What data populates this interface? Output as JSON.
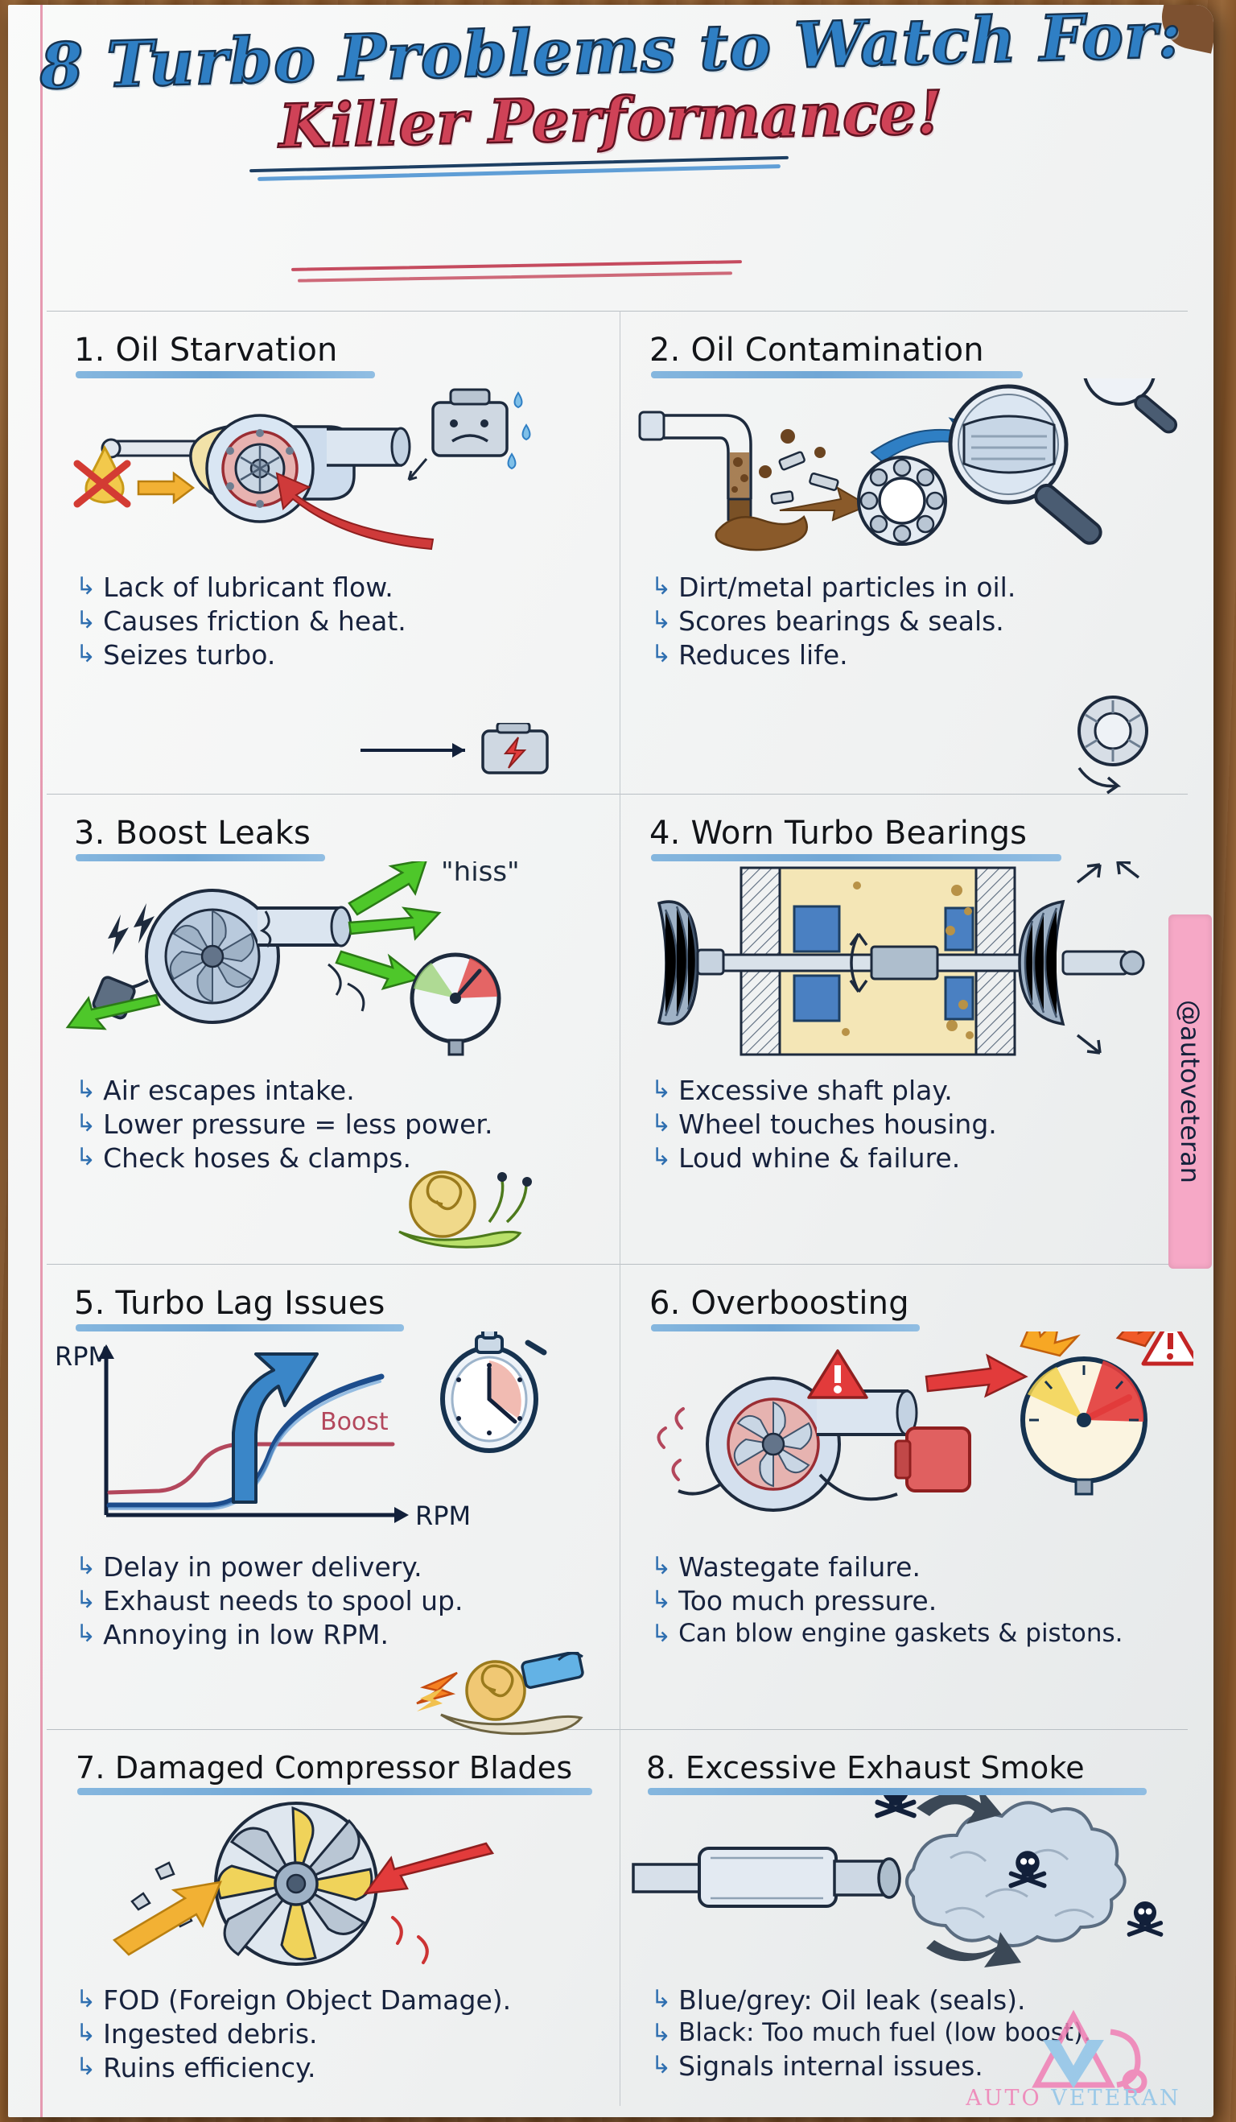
{
  "title": {
    "line1": "8 Turbo Problems to Watch For:",
    "line2": "Killer Performance!",
    "color_blue": "#2f7fc4",
    "color_red": "#cf4257"
  },
  "side_tab": {
    "handle": "@autoveteran",
    "color": "#f6a8c6"
  },
  "watermark": {
    "line1": "AUTO",
    "line2": "VETERAN"
  },
  "sections": [
    {
      "number": "1.",
      "heading": "1. Oil Starvation",
      "icons": [
        "no-oil-icon",
        "turbo-cutaway-icon",
        "sweating-engine-icon",
        "red-arrow-icon",
        "broken-engine-icon"
      ],
      "bullets": [
        "Lack of lubricant flow.",
        "Causes friction & heat.",
        "Seizes turbo."
      ]
    },
    {
      "number": "2.",
      "heading": "2. Oil Contamination",
      "icons": [
        "dirty-pipe-icon",
        "sludge-icon",
        "magnifier-icon",
        "bearing-ring-icon"
      ],
      "bullets": [
        "Dirt/metal particles in oil.",
        "Scores bearings & seals.",
        "Reduces life."
      ]
    },
    {
      "number": "3.",
      "heading": "3. Boost Leaks",
      "icons": [
        "cracked-turbo-icon",
        "green-escape-arrows-icon",
        "boost-gauge-icon",
        "hiss-label"
      ],
      "annotation": "\"hiss\"",
      "bullets": [
        "Air escapes intake.",
        "Lower pressure = less power.",
        "Check hoses & clamps."
      ]
    },
    {
      "number": "4.",
      "heading": "4. Worn Turbo Bearings",
      "icons": [
        "turbo-shaft-cutaway-icon",
        "wobble-arrows-icon",
        "loose-wheel-icon"
      ],
      "bullets": [
        "Excessive shaft play.",
        "Wheel touches housing.",
        "Loud whine & failure."
      ]
    },
    {
      "number": "5.",
      "heading": "5. Turbo Lag Issues",
      "icons": [
        "stopwatch-icon",
        "rocket-snail-icon"
      ],
      "bullets": [
        "Delay in power delivery.",
        "Exhaust needs to spool up.",
        "Annoying in low RPM."
      ]
    },
    {
      "number": "6.",
      "heading": "6. Overboosting",
      "icons": [
        "turbo-icon",
        "warning-triangle-icon",
        "redline-gauge-icon",
        "explosion-icon"
      ],
      "bullets": [
        "Wastegate failure.",
        "Too much pressure.",
        "Can blow engine gaskets & pistons."
      ]
    },
    {
      "number": "7.",
      "heading": "7. Damaged Compressor Blades",
      "icons": [
        "bent-compressor-wheel-icon",
        "debris-icon",
        "red-arrow-icon",
        "yellow-arrow-icon"
      ],
      "bullets": [
        "FOD (Foreign Object Damage).",
        "Ingested debris.",
        "Ruins efficiency."
      ]
    },
    {
      "number": "8.",
      "heading": "8. Excessive Exhaust Smoke",
      "icons": [
        "exhaust-pipe-icon",
        "smoke-cloud-icon",
        "skull-icon",
        "curved-arrow-icon"
      ],
      "bullets": [
        "Blue/grey: Oil leak (seals).",
        "Black: Too much fuel (low boost).",
        "Signals internal issues."
      ]
    }
  ],
  "chart_data": {
    "type": "line",
    "title": "Turbo Lag Issues",
    "xlabel": "RPM",
    "ylabel": "RPM",
    "grid": false,
    "legend": "inline-annotation",
    "annotations": [
      "Boost"
    ],
    "series": [
      {
        "name": "Boost",
        "color": "#b3475c",
        "x": [
          0,
          10,
          20,
          30,
          38,
          45,
          55,
          70,
          85,
          100
        ],
        "values": [
          14,
          14,
          15,
          22,
          34,
          40,
          41,
          41,
          41,
          41
        ]
      },
      {
        "name": "RPM",
        "color": "#1d4d8c",
        "x": [
          0,
          15,
          30,
          45,
          55,
          62,
          70,
          80,
          90,
          100
        ],
        "values": [
          5,
          5,
          5,
          6,
          10,
          24,
          45,
          65,
          76,
          81
        ]
      }
    ],
    "xlim": [
      0,
      100
    ],
    "ylim": [
      0,
      100
    ]
  }
}
